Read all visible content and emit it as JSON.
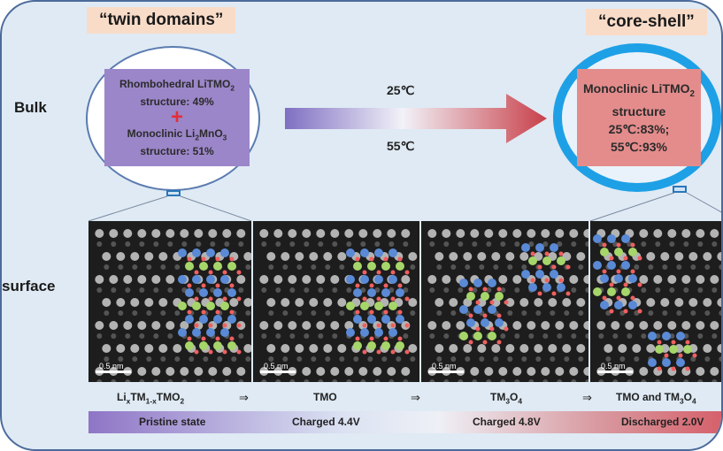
{
  "tags": {
    "left": "“twin domains”",
    "right": "“core-shell”"
  },
  "rows": {
    "bulk": "Bulk",
    "surface": "surface"
  },
  "left_box": {
    "line1": "Rhombohedral LiTMO",
    "line1_sub": "2",
    "line2": "structure: 49%",
    "plus": "+",
    "line3a": "Monoclinic Li",
    "line3_sub1": "2",
    "line3b": "MnO",
    "line3_sub2": "3",
    "line4": "structure: 51%"
  },
  "right_box": {
    "line1": "Monoclinic LiTMO",
    "line1_sub": "2",
    "line2": "structure",
    "line3": "25℃:83%;",
    "line4": "55℃:93%"
  },
  "temps": {
    "top": "25℃",
    "bottom": "55℃"
  },
  "scale_label": "0.5  nm",
  "phases": {
    "p1a": "Li",
    "p1_sub1": "x",
    "p1b": "TM",
    "p1_sub2": "1-x",
    "p1c": "TMO",
    "p1_sub3": "2",
    "p2": "TMO",
    "p3a": "TM",
    "p3_sub1": "3",
    "p3b": "O",
    "p3_sub2": "4",
    "p4a": "TMO and TM",
    "p4_sub1": "3",
    "p4b": "O",
    "p4_sub2": "4",
    "arrow": "⇒"
  },
  "states": [
    "Pristine state",
    "Charged 4.4V",
    "Charged 4.8V",
    "Discharged  2.0V"
  ],
  "colors": {
    "li": "#f06060",
    "tm": "#5a8ad6",
    "mn": "#a6d66a",
    "arrow_start": "#7f6fc2",
    "arrow_end": "#c8404a",
    "ring": "#1ea0e6"
  }
}
